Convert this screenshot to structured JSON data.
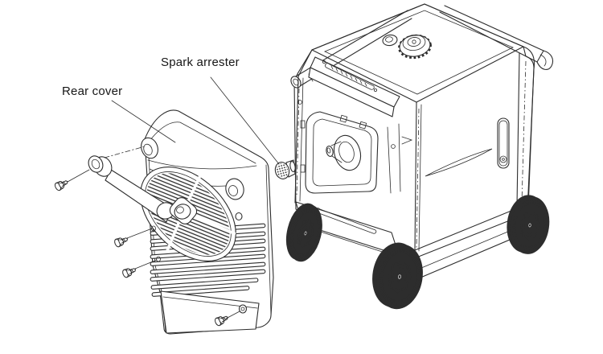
{
  "diagram": {
    "alt": "Exploded line drawing of a portable generator: rear cover removed with mounting screws and exhaust outlet, spark arrester shown between the cover and the generator body",
    "background_color": "#ffffff",
    "line_color": "#2d2d2d",
    "labels": {
      "rear_cover": "Rear cover",
      "spark_arrester": "Spark arrester"
    }
  }
}
